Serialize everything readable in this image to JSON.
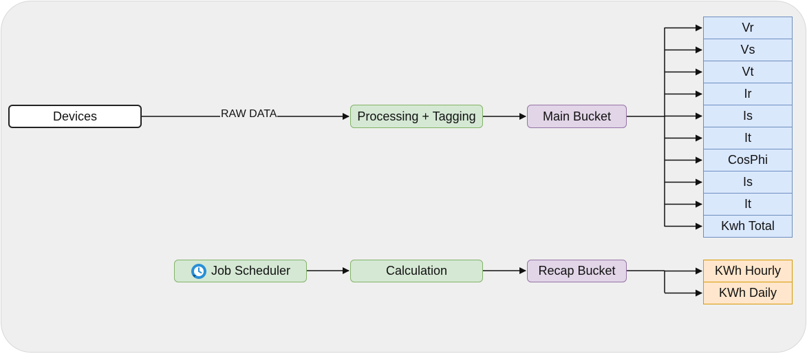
{
  "nodes": {
    "devices": "Devices",
    "processing": "Processing + Tagging",
    "main_bucket": "Main Bucket",
    "job_scheduler": "Job Scheduler",
    "calculation": "Calculation",
    "recap_bucket": "Recap Bucket"
  },
  "edges": {
    "raw_data": "RAW DATA"
  },
  "main_fields": [
    "Vr",
    "Vs",
    "Vt",
    "Ir",
    "Is",
    "It",
    "CosPhi",
    "Is",
    "It",
    "Kwh Total"
  ],
  "recap_fields": [
    "KWh Hourly",
    "KWh Daily"
  ],
  "icons": {
    "scheduler": "clock-refresh-icon"
  },
  "colors": {
    "green_fill": "#d5e8d4",
    "purple_fill": "#e1d5e7",
    "blue_fill": "#dae8fc",
    "orange_fill": "#ffe6cc"
  }
}
